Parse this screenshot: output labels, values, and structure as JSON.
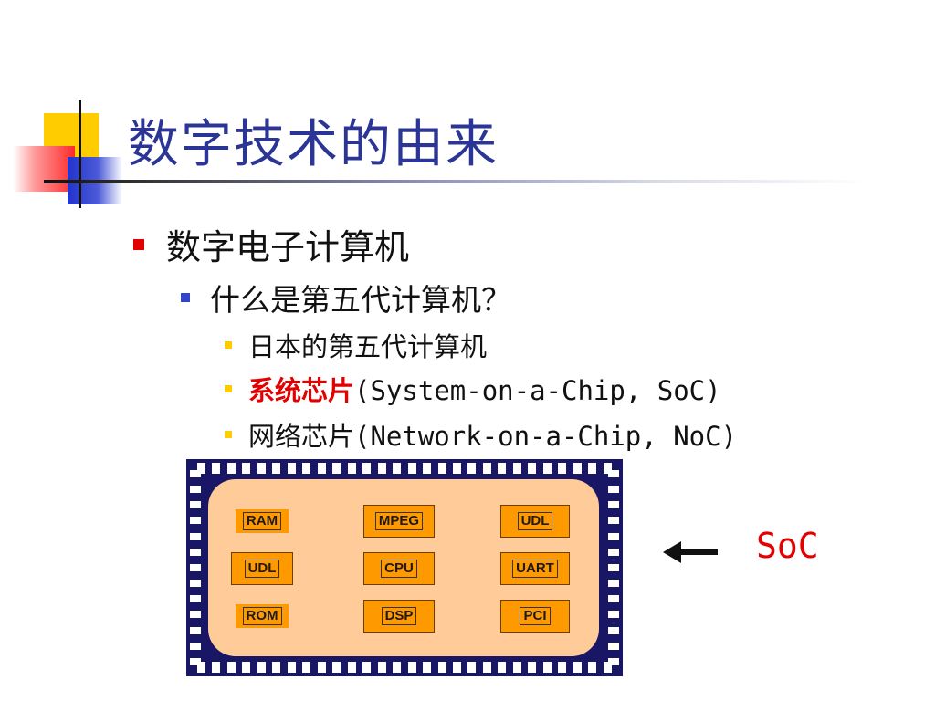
{
  "slide": {
    "title": "数字技术的由来"
  },
  "bullets": {
    "level1": "数字电子计算机",
    "level2": "什么是第五代计算机？",
    "level3": [
      {
        "text": "日本的第五代计算机",
        "highlight": ""
      },
      {
        "text": "(System-on-a-Chip, SoC)",
        "highlight": "系统芯片"
      },
      {
        "text": "网络芯片(Network-on-a-Chip, NoC)",
        "highlight": ""
      }
    ]
  },
  "diagram": {
    "blocks": [
      [
        "RAM",
        "MPEG",
        "UDL"
      ],
      [
        "UDL",
        "CPU",
        "UART"
      ],
      [
        "ROM",
        "DSP",
        "PCI"
      ]
    ],
    "pointer_label": "SoC",
    "colors": {
      "chip_frame": "#1a1666",
      "die": "#ffcc99",
      "block": "#ff9900",
      "accent_red": "#e30000",
      "title_blue": "#2b3595"
    }
  }
}
